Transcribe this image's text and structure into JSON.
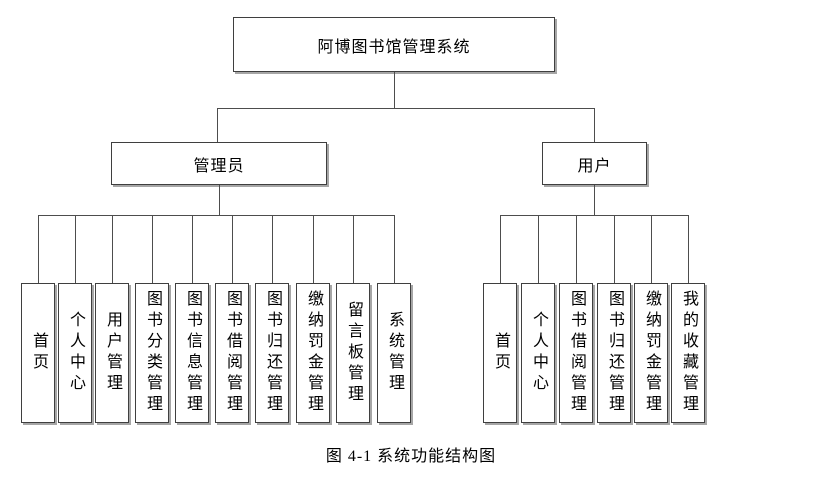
{
  "diagram": {
    "title": "阿博图书馆管理系统",
    "caption": "图 4-1 系统功能结构图",
    "branches": [
      {
        "label": "管理员",
        "children": [
          "首页",
          "个人中心",
          "用户管理",
          "图书分类管理",
          "图书信息管理",
          "图书借阅管理",
          "图书归还管理",
          "缴纳罚金管理",
          "留言板管理",
          "系统管理"
        ]
      },
      {
        "label": "用户",
        "children": [
          "首页",
          "个人中心",
          "图书借阅管理",
          "图书归还管理",
          "缴纳罚金管理",
          "我的收藏管理"
        ]
      }
    ]
  },
  "colors": {
    "background": "#ffffff",
    "box_border": "#3f3f3f",
    "box_shadow": "#a6a6a6",
    "connector_line": "#4d4d4d",
    "text": "#000000"
  }
}
